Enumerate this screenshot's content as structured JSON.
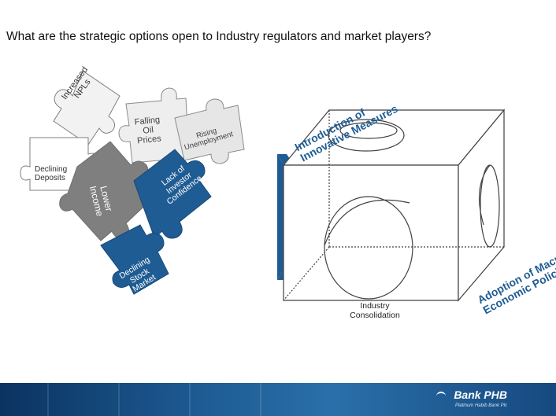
{
  "slide": {
    "title": "What are the strategic options open to Industry regulators and market players?"
  },
  "puzzle": {
    "pieces": {
      "increased_npls": {
        "line1": "Increased",
        "line2": "NPLs"
      },
      "falling_oil": {
        "line1": "Falling",
        "line2": "Oil",
        "line3": "Prices"
      },
      "rising_unemployment": {
        "line1": "Rising",
        "line2": "Unemployment"
      },
      "declining_deposits": {
        "line1": "Declining",
        "line2": "Deposits"
      },
      "lower_income": {
        "line1": "Lower",
        "line2": "Income"
      },
      "lack_investor_confidence": {
        "line1": "Lack of",
        "line2": "Investor",
        "line3": "Confidence"
      },
      "declining_stock_market": {
        "line1": "Declining",
        "line2": "Stock",
        "line3": "Market"
      }
    }
  },
  "cube": {
    "label_top": {
      "line1": "Introduction of",
      "line2": "Innovative Measures"
    },
    "label_right": {
      "line1": "Adoption of Macro-",
      "line2": "Economic Policies"
    },
    "label_bottom": {
      "line1": "Industry",
      "line2": "Consolidation"
    }
  },
  "footer": {
    "brand_name": "Bank PHB",
    "brand_tagline": "Platinum Habib Bank Plc"
  },
  "colors": {
    "puzzle_blue": "#1f5c94",
    "puzzle_gray": "#7f7f7f",
    "arrow_blue": "#1f5c94",
    "footer_blue": "#1d5a92"
  }
}
